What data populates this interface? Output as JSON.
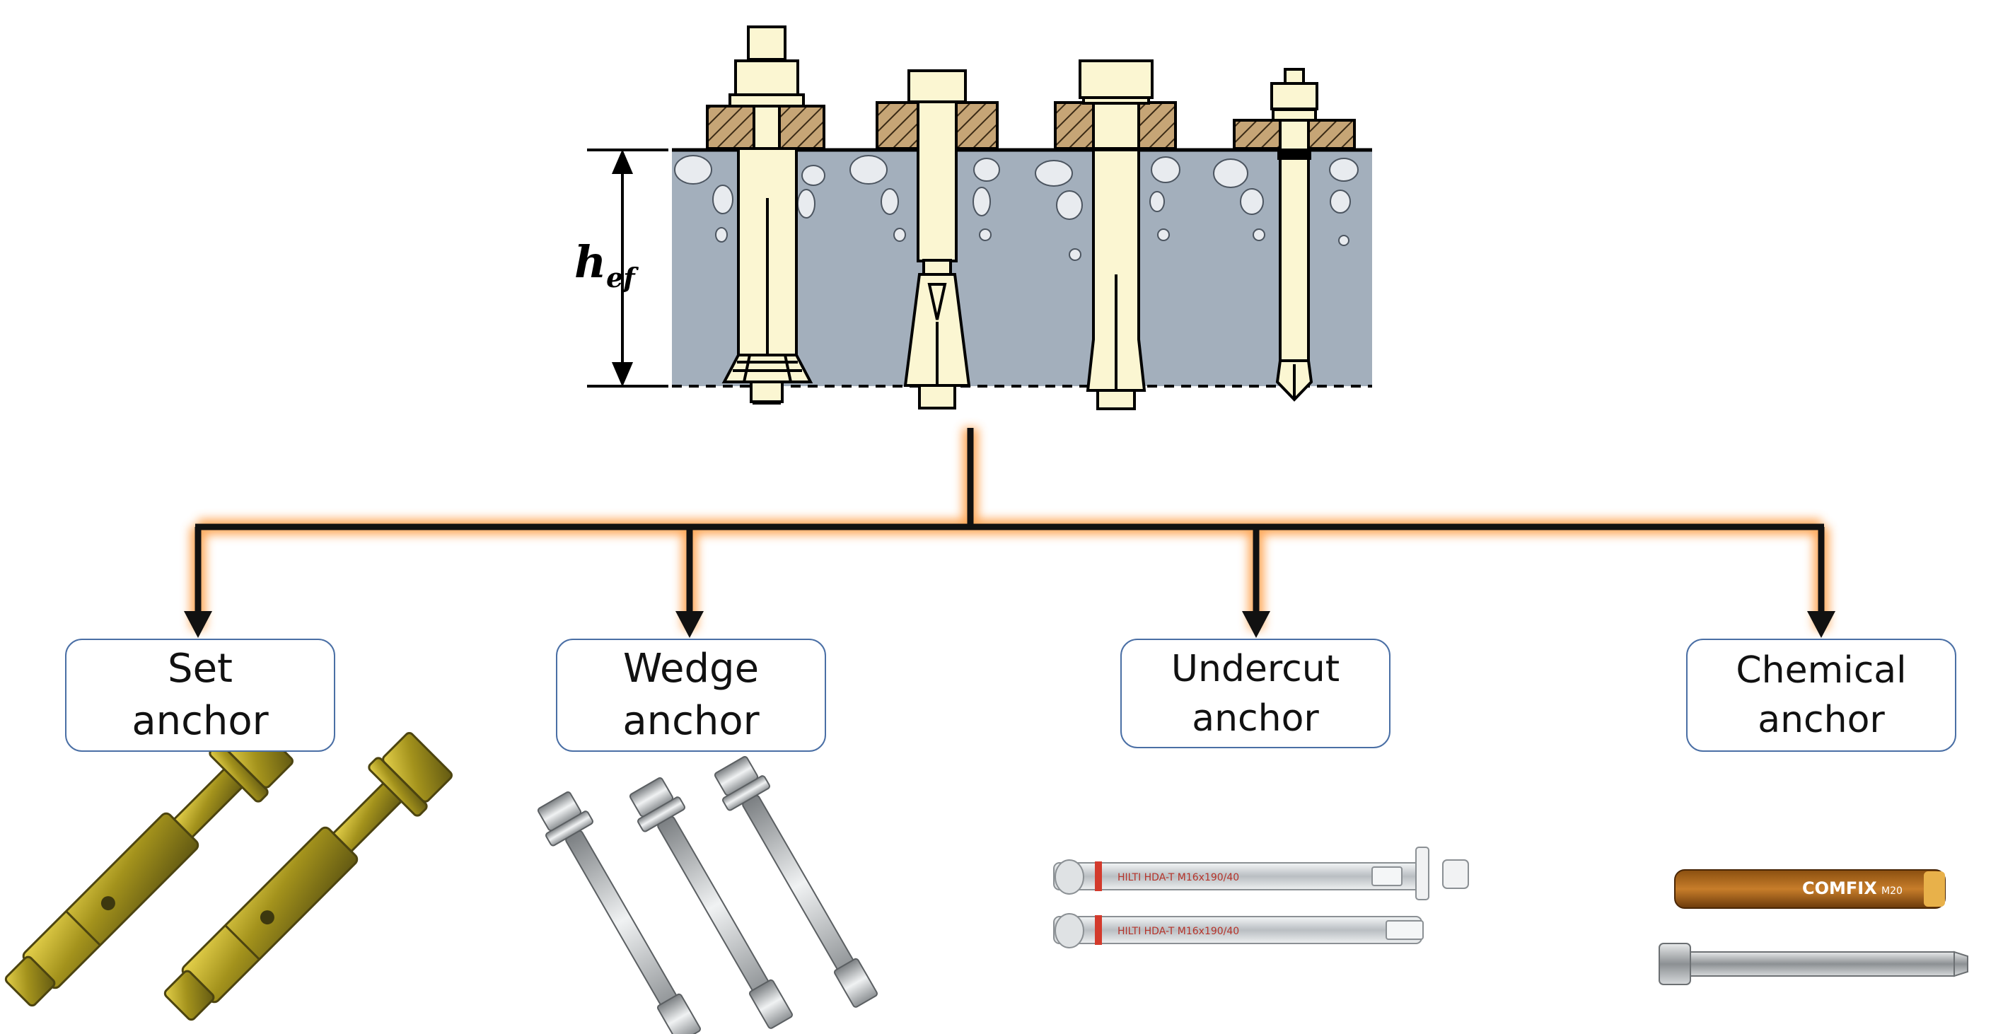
{
  "figure": {
    "depth_label": {
      "main": "h",
      "subscript": "ef"
    }
  },
  "anchors": [
    {
      "line1": "Set",
      "line2": "anchor"
    },
    {
      "line1": "Wedge",
      "line2": "anchor"
    },
    {
      "line1": "Undercut",
      "line2": "anchor"
    },
    {
      "line1": "Chemical",
      "line2": "anchor"
    }
  ],
  "photos": {
    "undercut_print": "HILTI HDA-T M16x190/40",
    "chemical_brand": "COMFIX",
    "chemical_size": "M20"
  },
  "colors": {
    "concrete": "#a3afbc",
    "steel": "#fbf6d2",
    "connector": "#111111",
    "glow": "#ff9a3c",
    "box_border": "#4a6fa5",
    "washer_hatch": "#c6a576"
  }
}
